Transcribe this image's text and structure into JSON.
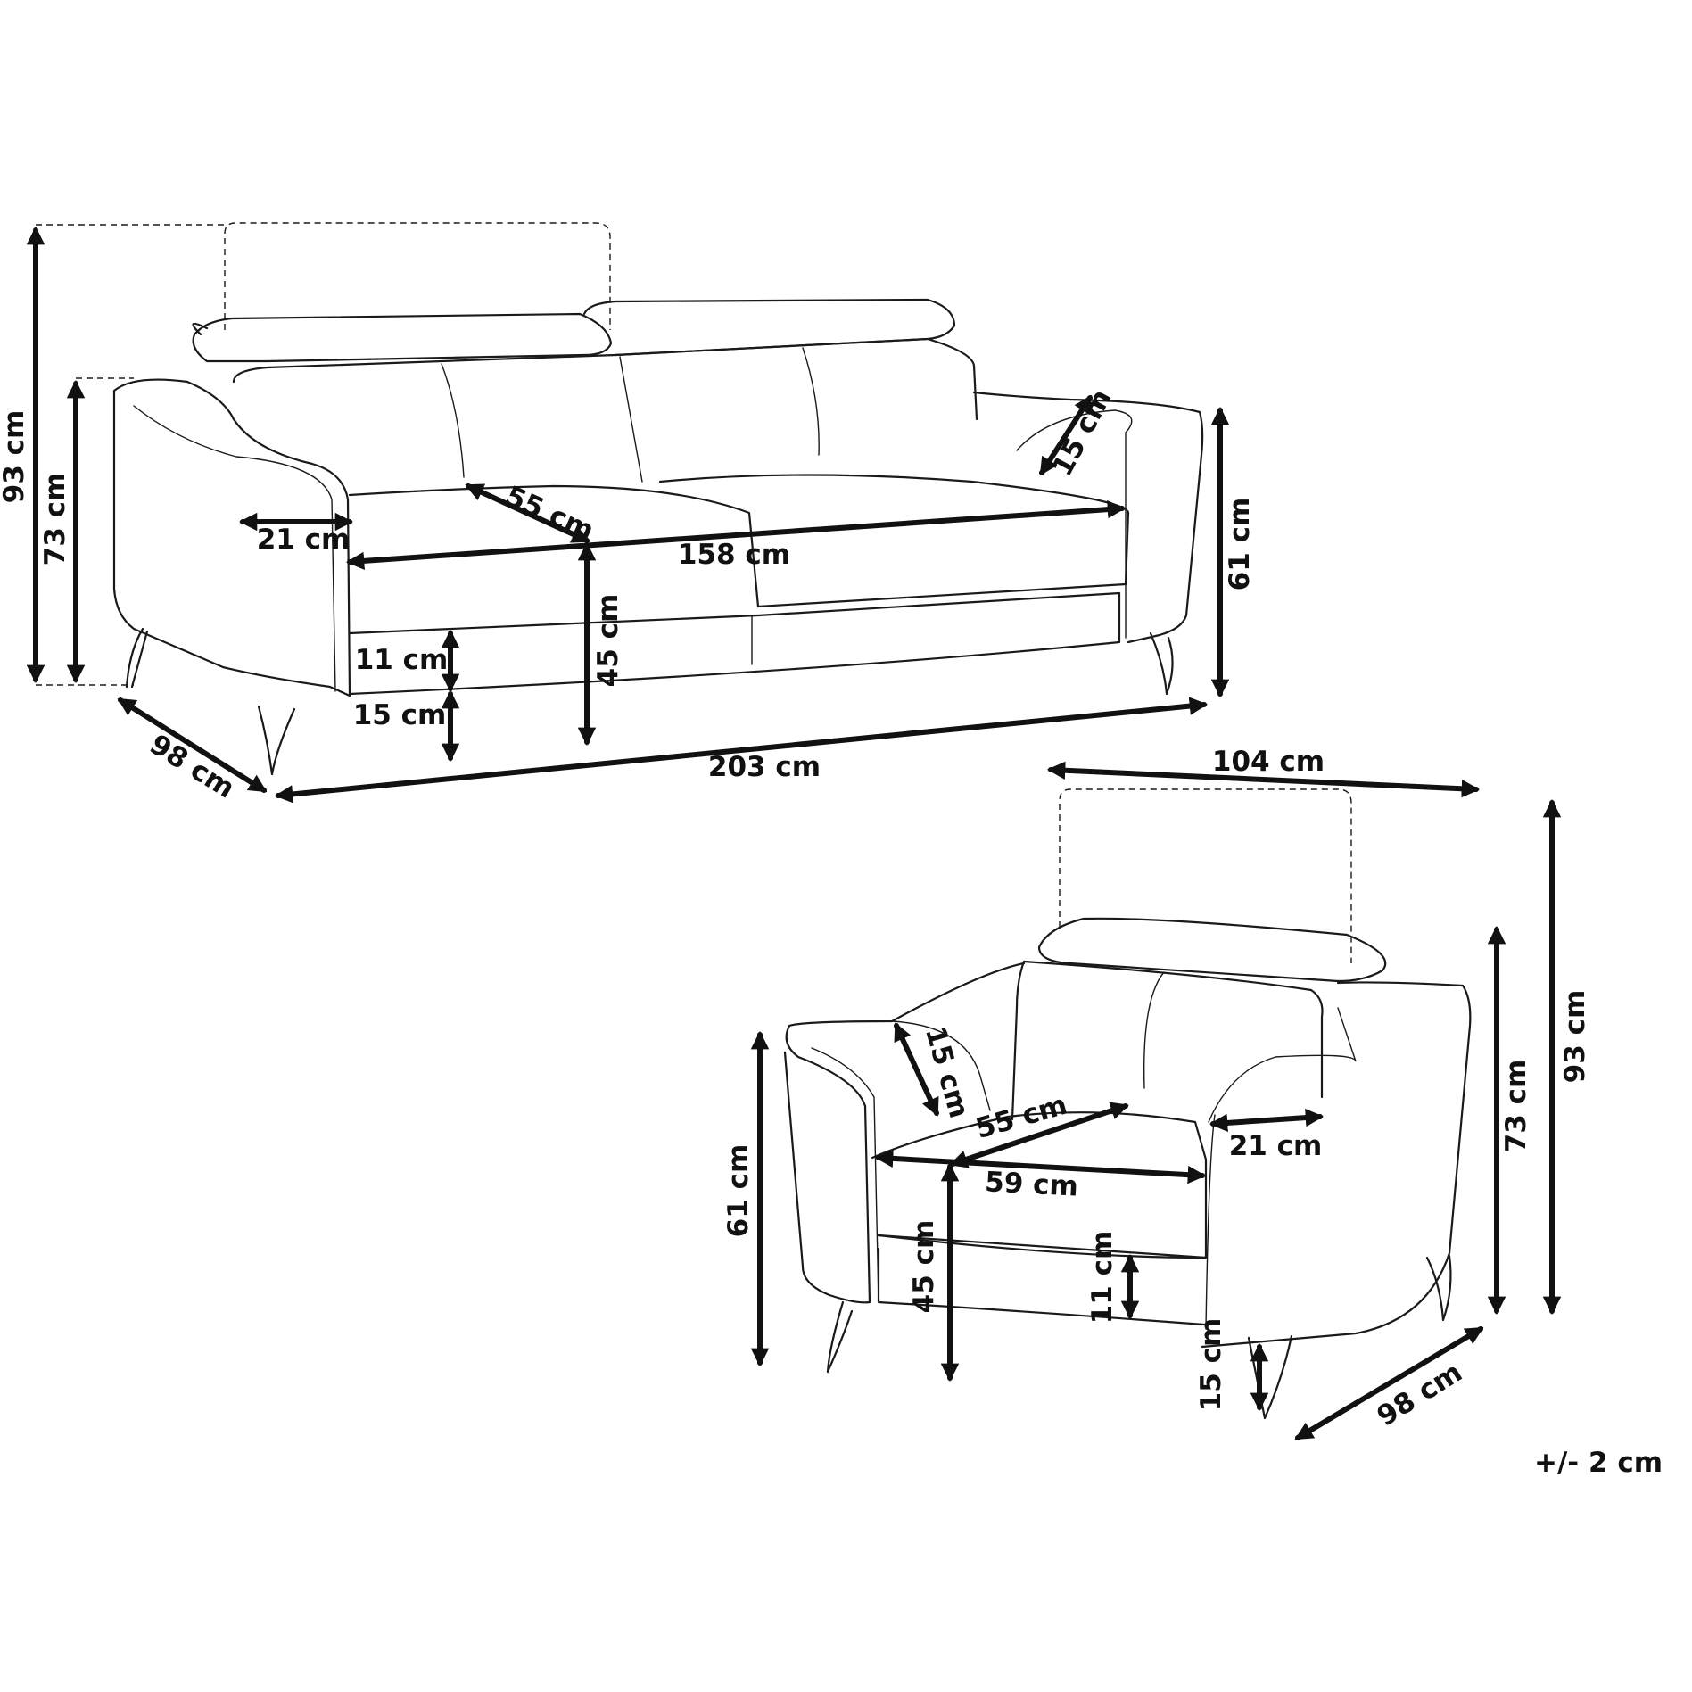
{
  "sofa": {
    "total_height": "93 cm",
    "back_height": "73 cm",
    "depth": "98 cm",
    "armrest_width": "21 cm",
    "seat_depth": "55 cm",
    "seat_width": "158 cm",
    "armrest_thickness": "15 cm",
    "arm_height": "61 cm",
    "seat_height": "45 cm",
    "base_height": "11 cm",
    "leg_height": "15 cm",
    "total_width": "203 cm"
  },
  "armchair": {
    "total_width": "104 cm",
    "total_height": "93 cm",
    "back_height": "73 cm",
    "arm_height": "61 cm",
    "armrest_thickness": "15 cm",
    "seat_depth": "55 cm",
    "armrest_width": "21 cm",
    "seat_width": "59 cm",
    "seat_height": "45 cm",
    "base_height": "11 cm",
    "leg_height": "15 cm",
    "depth": "98 cm"
  },
  "tolerance": "+/- 2 cm",
  "colors": {
    "line": "#1a1a1a",
    "background": "#ffffff"
  }
}
